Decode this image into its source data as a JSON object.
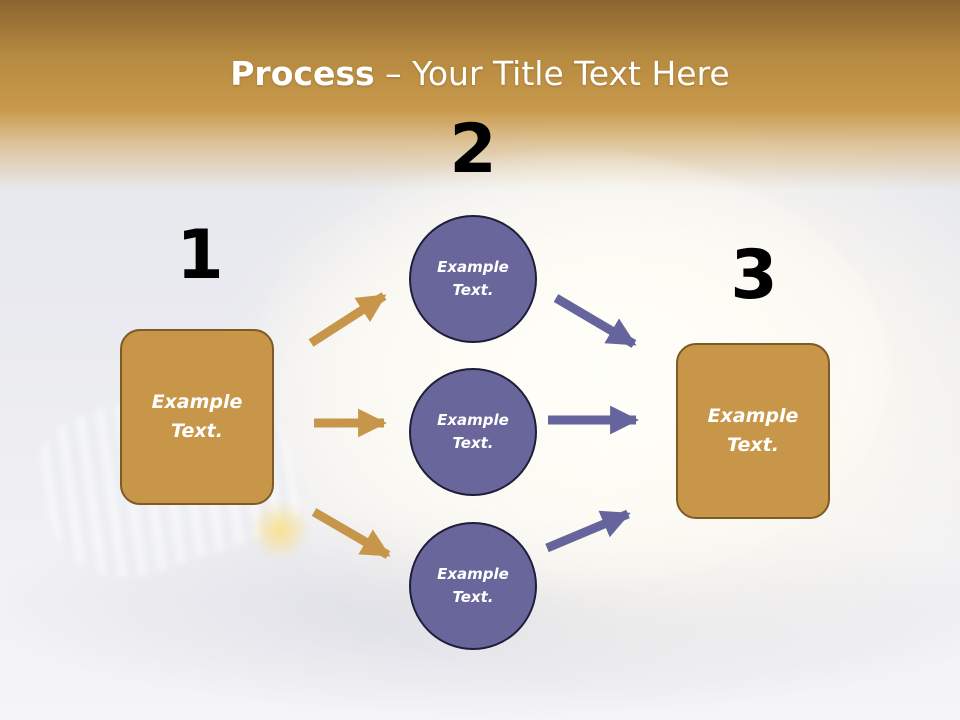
{
  "slide": {
    "title_bold": "Process",
    "title_rest": " – Your Title Text Here"
  },
  "steps": [
    {
      "number": "1",
      "label": "Example\nText."
    },
    {
      "number": "2",
      "labels": [
        "Example\nText.",
        "Example\nText.",
        "Example\nText."
      ]
    },
    {
      "number": "3",
      "label": "Example\nText."
    }
  ],
  "colors": {
    "gold": "#c89649",
    "gold_border": "#7d5a26",
    "purple": "#68669b",
    "purple_border": "#1f1d3a",
    "gold_arrow": "#c8964a",
    "purple_arrow": "#66649c"
  }
}
